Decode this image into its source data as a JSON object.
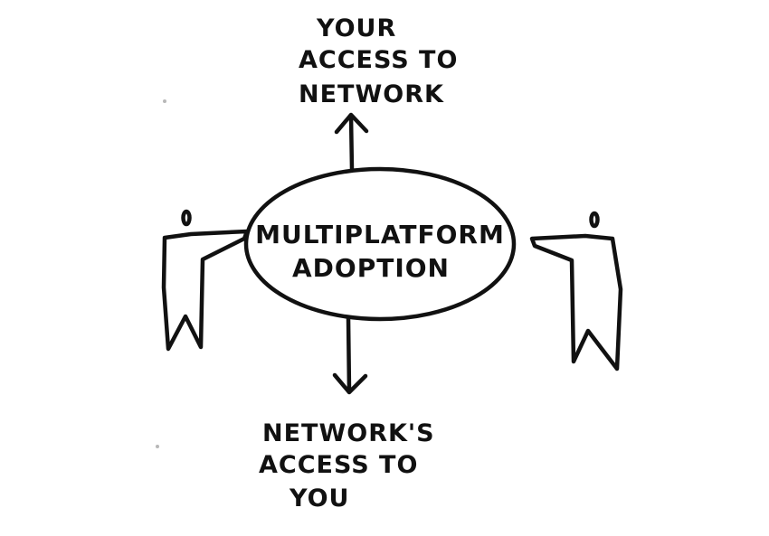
{
  "diagram": {
    "center": {
      "line1": "MULTIPLATFORM",
      "line2": "ADOPTION"
    },
    "top_label": {
      "line1": "YOUR",
      "line2": "ACCESS TO",
      "line3": "NETWORK"
    },
    "bottom_label": {
      "line1": "NETWORK'S",
      "line2": "ACCESS TO",
      "line3": "YOU"
    }
  }
}
